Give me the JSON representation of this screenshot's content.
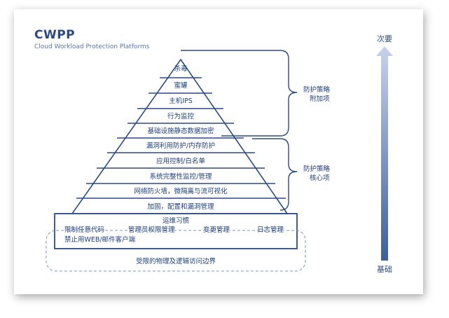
{
  "header": {
    "title": "CWPP",
    "subtitle": "Cloud Workload Protection Platforms"
  },
  "pyramid": {
    "layers": [
      "杀毒",
      "蜜罐",
      "主机IPS",
      "行为监控",
      "基础设施静态数据加密",
      "漏洞利用防护/内存防护",
      "应用控制/白名单",
      "系统完整性监控/管理",
      "网络防火墙，微隔离与流可视化",
      "加固，配置和漏洞管理"
    ]
  },
  "ops_box": {
    "title": "运维习惯",
    "items": [
      "限制任意代码",
      "管理员权限管理",
      "变更管理",
      "日志管理"
    ],
    "last_item": "禁止用WEB/邮件客户端"
  },
  "boundary": {
    "label": "受限的物理及逻辑访问边界"
  },
  "braces": {
    "upper_line1": "防护策略",
    "upper_line2": "附加项",
    "lower_line1": "防护策略",
    "lower_line2": "核心项"
  },
  "priority_axis": {
    "top_label": "次要",
    "bottom_label": "基础"
  },
  "colors": {
    "primary": "#2b4a82",
    "axis_top": "#c8d3ea",
    "axis_bottom": "#3e5f99"
  }
}
